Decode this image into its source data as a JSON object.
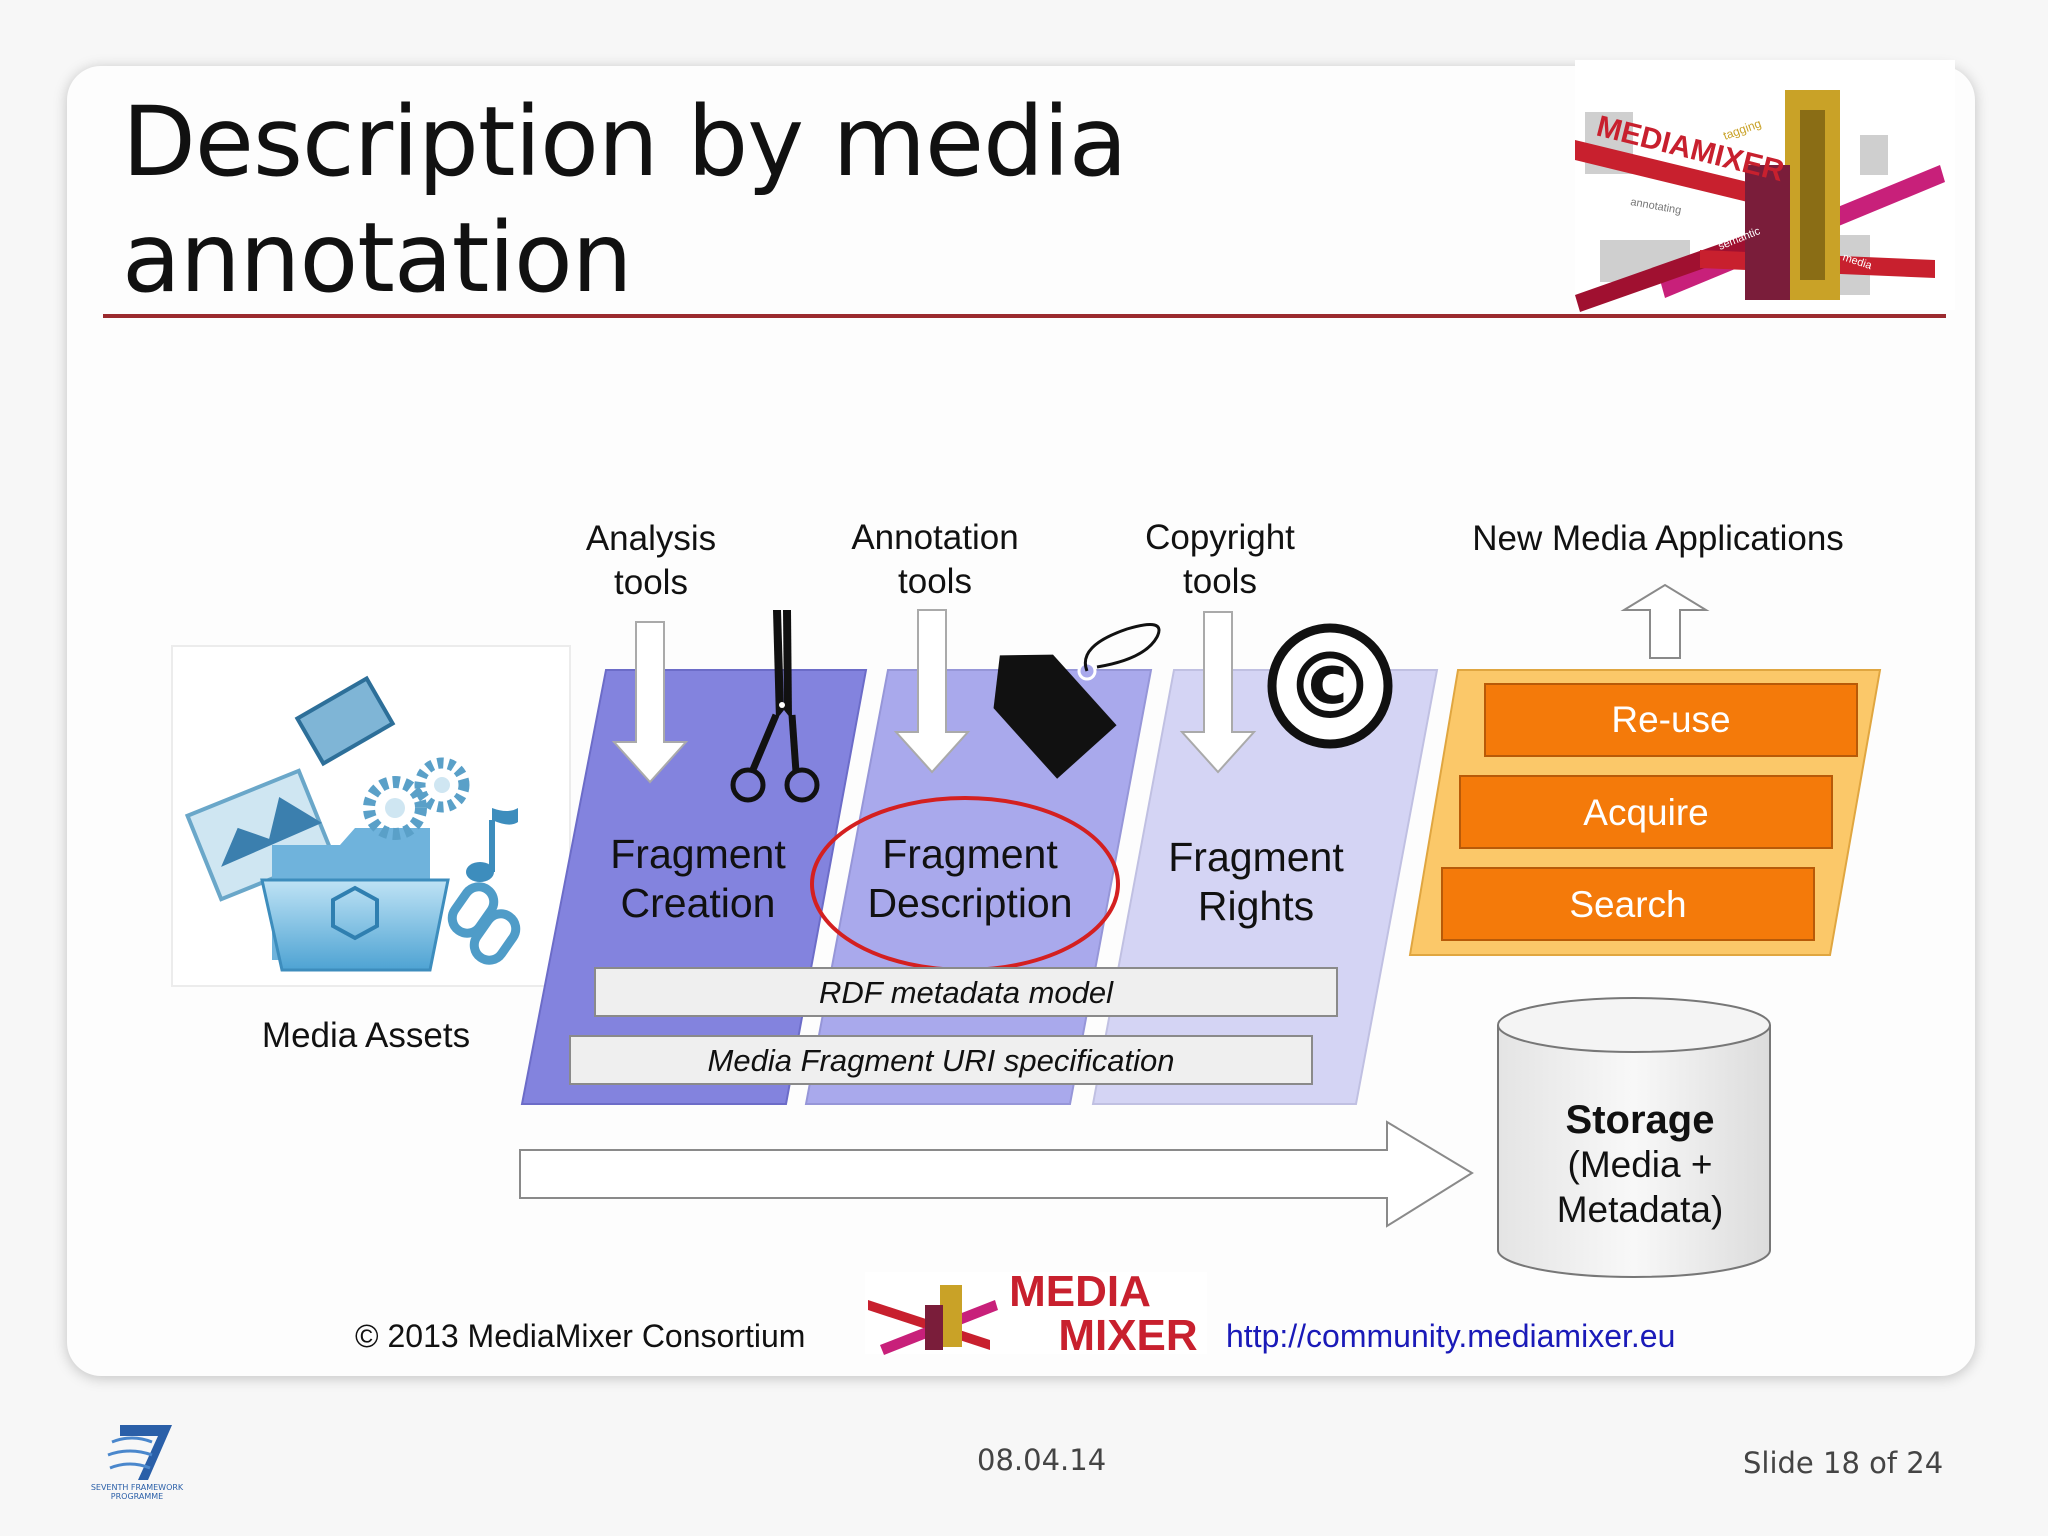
{
  "slide": {
    "title_line1": "Description by media",
    "title_line2": "annotation"
  },
  "diagram": {
    "media_assets_label": "Media Assets",
    "tool_labels": [
      {
        "line1": "Analysis",
        "line2": "tools"
      },
      {
        "line1": "Annotation",
        "line2": "tools"
      },
      {
        "line1": "Copyright",
        "line2": "tools"
      }
    ],
    "new_media_label": "New Media Applications",
    "fragments": [
      {
        "line1": "Fragment",
        "line2": "Creation",
        "color": "#8383de"
      },
      {
        "line1": "Fragment",
        "line2": "Description",
        "color": "#a9a9ec"
      },
      {
        "line1": "Fragment",
        "line2": "Rights",
        "color": "#d4d4f4"
      }
    ],
    "rdf_bar": "RDF metadata model",
    "uri_bar": "Media Fragment URI specification",
    "applications": [
      "Re-use",
      "Acquire",
      "Search"
    ],
    "storage": {
      "line1": "Storage",
      "line2": "(Media +",
      "line3": "Metadata)"
    },
    "highlight_color": "#d42020",
    "app_color": "#f47a0a",
    "app_panel_color": "#fbc869",
    "copyright_symbol": "©"
  },
  "slide_footer": {
    "copyright": "© 2013 MediaMixer  Consortium",
    "logo_line1": "MEDIA",
    "logo_line2": "MIXER",
    "url": "http://community.mediamixer.eu"
  },
  "logo": {
    "word": "MEDIAMIXER",
    "tags": [
      "tagging",
      "annotating",
      "semantic",
      "media"
    ]
  },
  "page_footer": {
    "date": "08.04.14",
    "slide_number": "Slide 18 of 24",
    "fp7_text1": "SEVENTH FRAMEWORK",
    "fp7_text2": "PROGRAMME"
  },
  "icons": [
    "media-folder-icon",
    "scissors-icon",
    "tag-icon",
    "copyright-icon",
    "fp7-logo"
  ]
}
